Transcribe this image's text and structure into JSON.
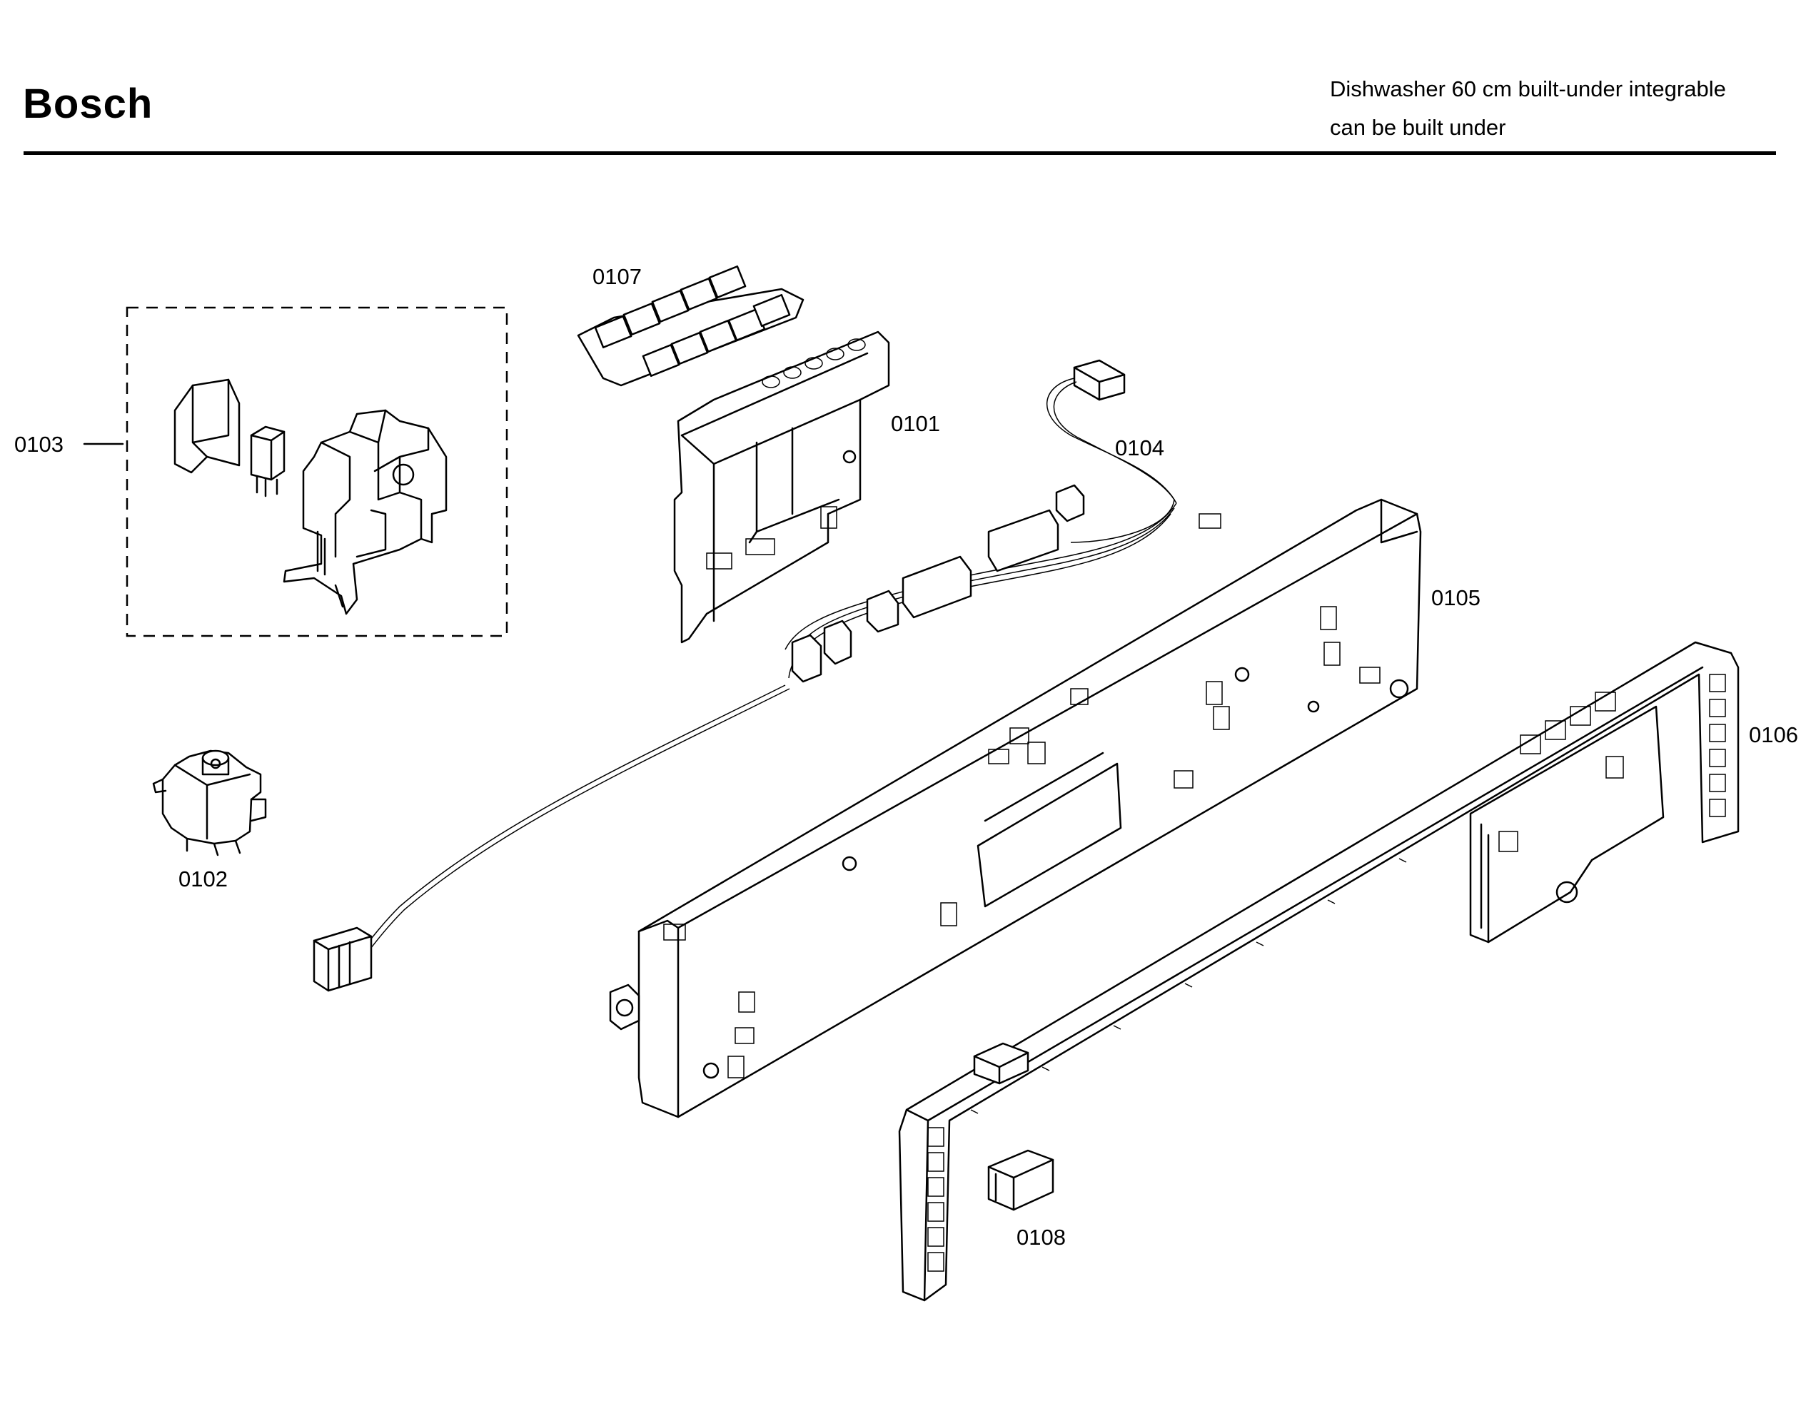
{
  "header": {
    "brand": "Bosch",
    "description_line1": "Dishwasher 60 cm built-under integrable",
    "description_line2": "can be built under"
  },
  "parts": {
    "p0101": "0101",
    "p0102": "0102",
    "p0103": "0103",
    "p0104": "0104",
    "p0105": "0105",
    "p0106": "0106",
    "p0107": "0107",
    "p0108": "0108"
  }
}
